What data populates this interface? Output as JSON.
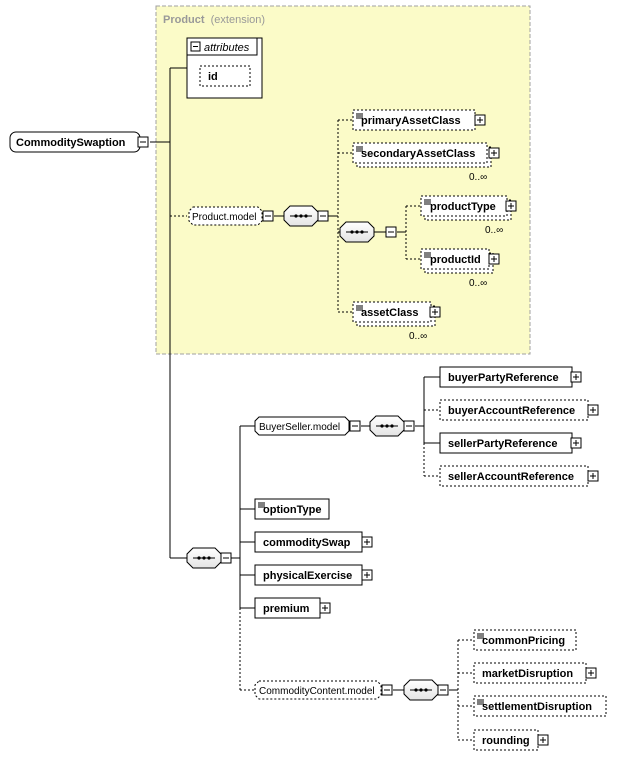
{
  "root": {
    "label": "CommoditySwaption"
  },
  "extension": {
    "title": "Product",
    "suffix": "(extension)"
  },
  "attributes": {
    "label": "attributes",
    "id_label": "id"
  },
  "product_model": {
    "label": "Product.model",
    "primary_asset_class": "primaryAssetClass",
    "secondary_asset_class": "secondaryAssetClass",
    "secondary_asset_class_card": "0..∞",
    "product_type": "productType",
    "product_type_card": "0..∞",
    "product_id": "productId",
    "product_id_card": "0..∞",
    "asset_class": "assetClass",
    "asset_class_card": "0..∞"
  },
  "buyer_seller_model": {
    "label": "BuyerSeller.model",
    "buyer_party_reference": "buyerPartyReference",
    "buyer_account_reference": "buyerAccountReference",
    "seller_party_reference": "sellerPartyReference",
    "seller_account_reference": "sellerAccountReference"
  },
  "elements": {
    "option_type": "optionType",
    "commodity_swap": "commoditySwap",
    "physical_exercise": "physicalExercise",
    "premium": "premium"
  },
  "commodity_content_model": {
    "label": "CommodityContent.model",
    "common_pricing": "commonPricing",
    "market_disruption": "marketDisruption",
    "settlement_disruption": "settlementDisruption",
    "rounding": "rounding"
  },
  "colors": {
    "extension_fill": "#fbfbc8",
    "extension_border": "#a0a0a0",
    "extension_title": "#999999",
    "line": "#000000"
  }
}
